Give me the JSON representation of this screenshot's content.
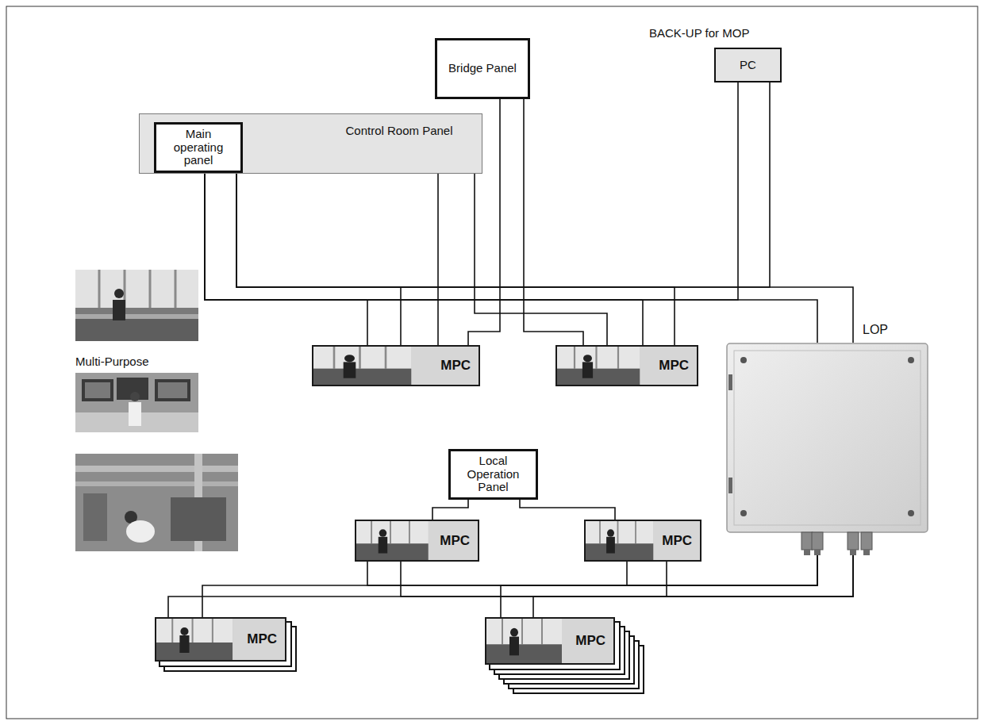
{
  "diagram": {
    "nodes": [
      {
        "text": [
          "Bridge Panel"
        ]
      },
      {
        "text": [
          "Control Room Panel"
        ]
      },
      {
        "text": [
          "Main operating panel"
        ],
        "in": 1
      },
      {
        "text": [
          "BACK-UP for MOP",
          "PC"
        ]
      },
      {
        "text": [
          "MPC"
        ]
      },
      {
        "text": [
          "MPC"
        ]
      },
      {
        "text": [
          "LOP"
        ]
      },
      {
        "text": [
          "Local Operation Panel"
        ]
      },
      {
        "text": [
          "MPC"
        ]
      },
      {
        "text": [
          "MPC"
        ]
      },
      {
        "text": [
          "MPC"
        ]
      },
      {
        "text": [
          "MPC"
        ]
      }
    ],
    "edges": [
      {
        "from": 2,
        "to": 4,
        "arrow": "none"
      },
      {
        "from": 2,
        "to": 4,
        "arrow": "none"
      },
      {
        "from": 2,
        "to": 5,
        "arrow": "none"
      },
      {
        "from": 2,
        "to": 5,
        "arrow": "none"
      },
      {
        "from": 2,
        "to": 3,
        "arrow": "none"
      },
      {
        "from": 2,
        "to": 3,
        "arrow": "none"
      },
      {
        "from": 2,
        "to": 6,
        "arrow": "none"
      },
      {
        "from": 2,
        "to": 6,
        "arrow": "none"
      },
      {
        "from": 1,
        "to": 4,
        "arrow": "none"
      },
      {
        "from": 1,
        "to": 5,
        "arrow": "none"
      },
      {
        "from": 0,
        "to": 4,
        "arrow": "none"
      },
      {
        "from": 0,
        "to": 5,
        "arrow": "none"
      },
      {
        "from": 7,
        "to": 8,
        "arrow": "none"
      },
      {
        "from": 7,
        "to": 9,
        "arrow": "none"
      },
      {
        "from": 6,
        "to": 8,
        "arrow": "none"
      },
      {
        "from": 6,
        "to": 8,
        "arrow": "none"
      },
      {
        "from": 6,
        "to": 9,
        "arrow": "none"
      },
      {
        "from": 6,
        "to": 9,
        "arrow": "none"
      },
      {
        "from": 6,
        "to": 10,
        "arrow": "none"
      },
      {
        "from": 6,
        "to": 10,
        "arrow": "none"
      },
      {
        "from": 6,
        "to": 11,
        "arrow": "none"
      },
      {
        "from": 6,
        "to": 11,
        "arrow": "none"
      }
    ],
    "labels": [
      "Multi-Purpose"
    ]
  }
}
